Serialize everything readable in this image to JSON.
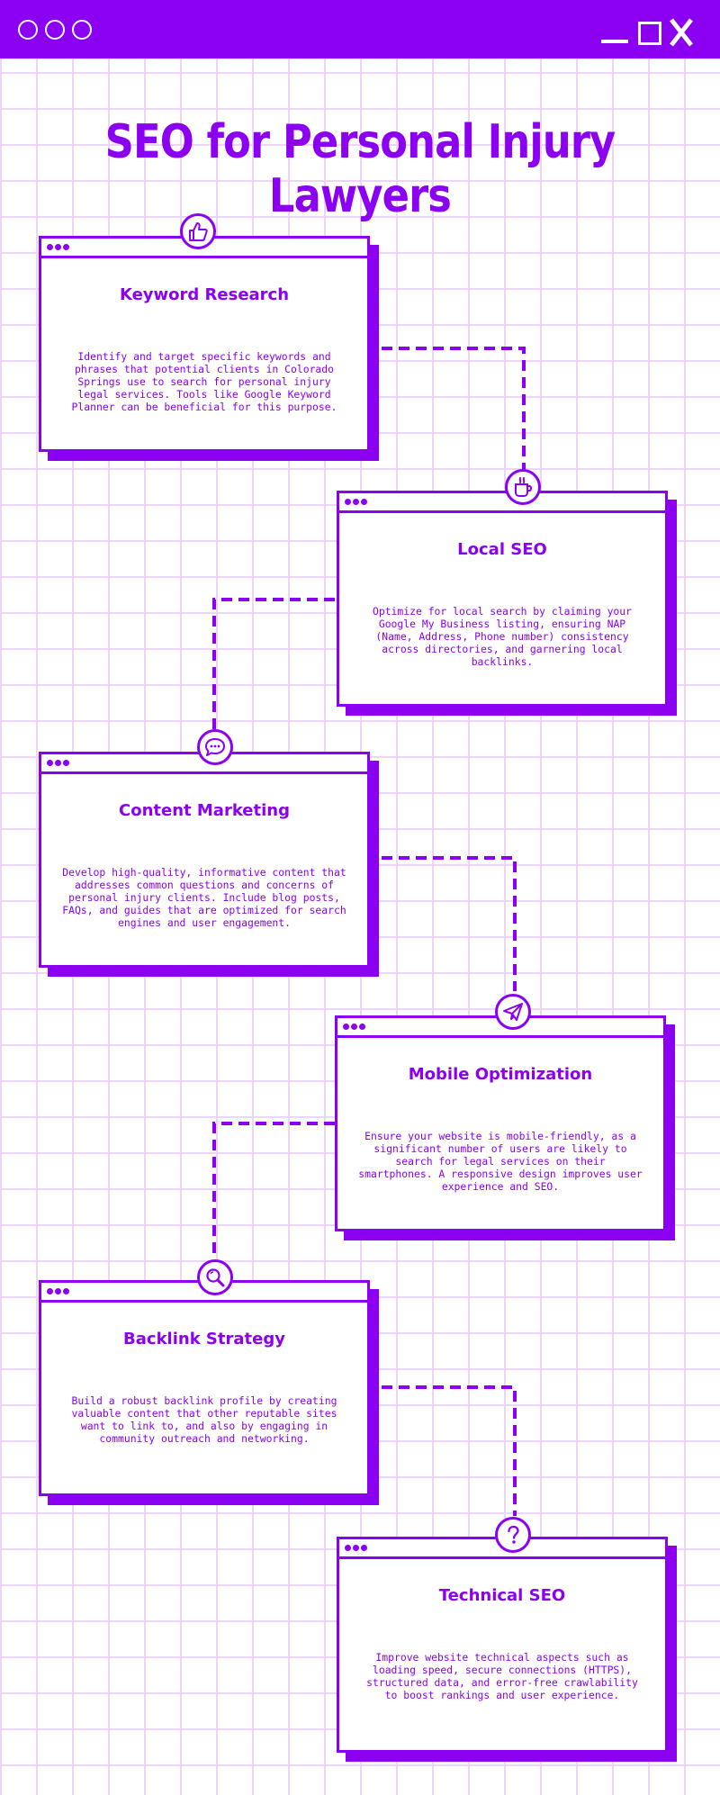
{
  "title": "SEO for Personal Injury Lawyers",
  "colors": {
    "accent": "#8b00f0",
    "grid": "#ecd6f7",
    "background": "#ffffff"
  },
  "window_controls": [
    "minimize-icon",
    "maximize-icon",
    "close-icon"
  ],
  "cards": [
    {
      "title": "Keyword Research",
      "text": "Identify and target specific keywords and phrases that potential clients in Colorado Springs use to search for personal injury legal services. Tools like Google Keyword Planner can be beneficial for this purpose.",
      "icon": "thumbs-up-icon"
    },
    {
      "title": "Local SEO",
      "text": "Optimize for local search by claiming your Google My Business listing, ensuring NAP (Name, Address, Phone number) consistency across directories, and garnering local backlinks.",
      "icon": "coffee-cup-icon"
    },
    {
      "title": "Content Marketing",
      "text": "Develop high-quality, informative content that addresses common questions and concerns of personal injury clients. Include blog posts, FAQs, and guides that are optimized for search engines and user engagement.",
      "icon": "chat-bubble-icon"
    },
    {
      "title": "Mobile Optimization",
      "text": "Ensure your website is mobile-friendly, as a significant number of users are likely to search for legal services on their smartphones. A responsive design improves user experience and SEO.",
      "icon": "paper-plane-icon"
    },
    {
      "title": "Backlink Strategy",
      "text": "Build a robust backlink profile by creating valuable content that other reputable sites want to link to, and also by engaging in community outreach and networking.",
      "icon": "magnifier-icon"
    },
    {
      "title": "Technical SEO",
      "text": "Improve website technical aspects such as loading speed, secure connections (HTTPS), structured data, and error-free crawlability to boost rankings and user experience.",
      "icon": "question-mark-icon"
    }
  ]
}
